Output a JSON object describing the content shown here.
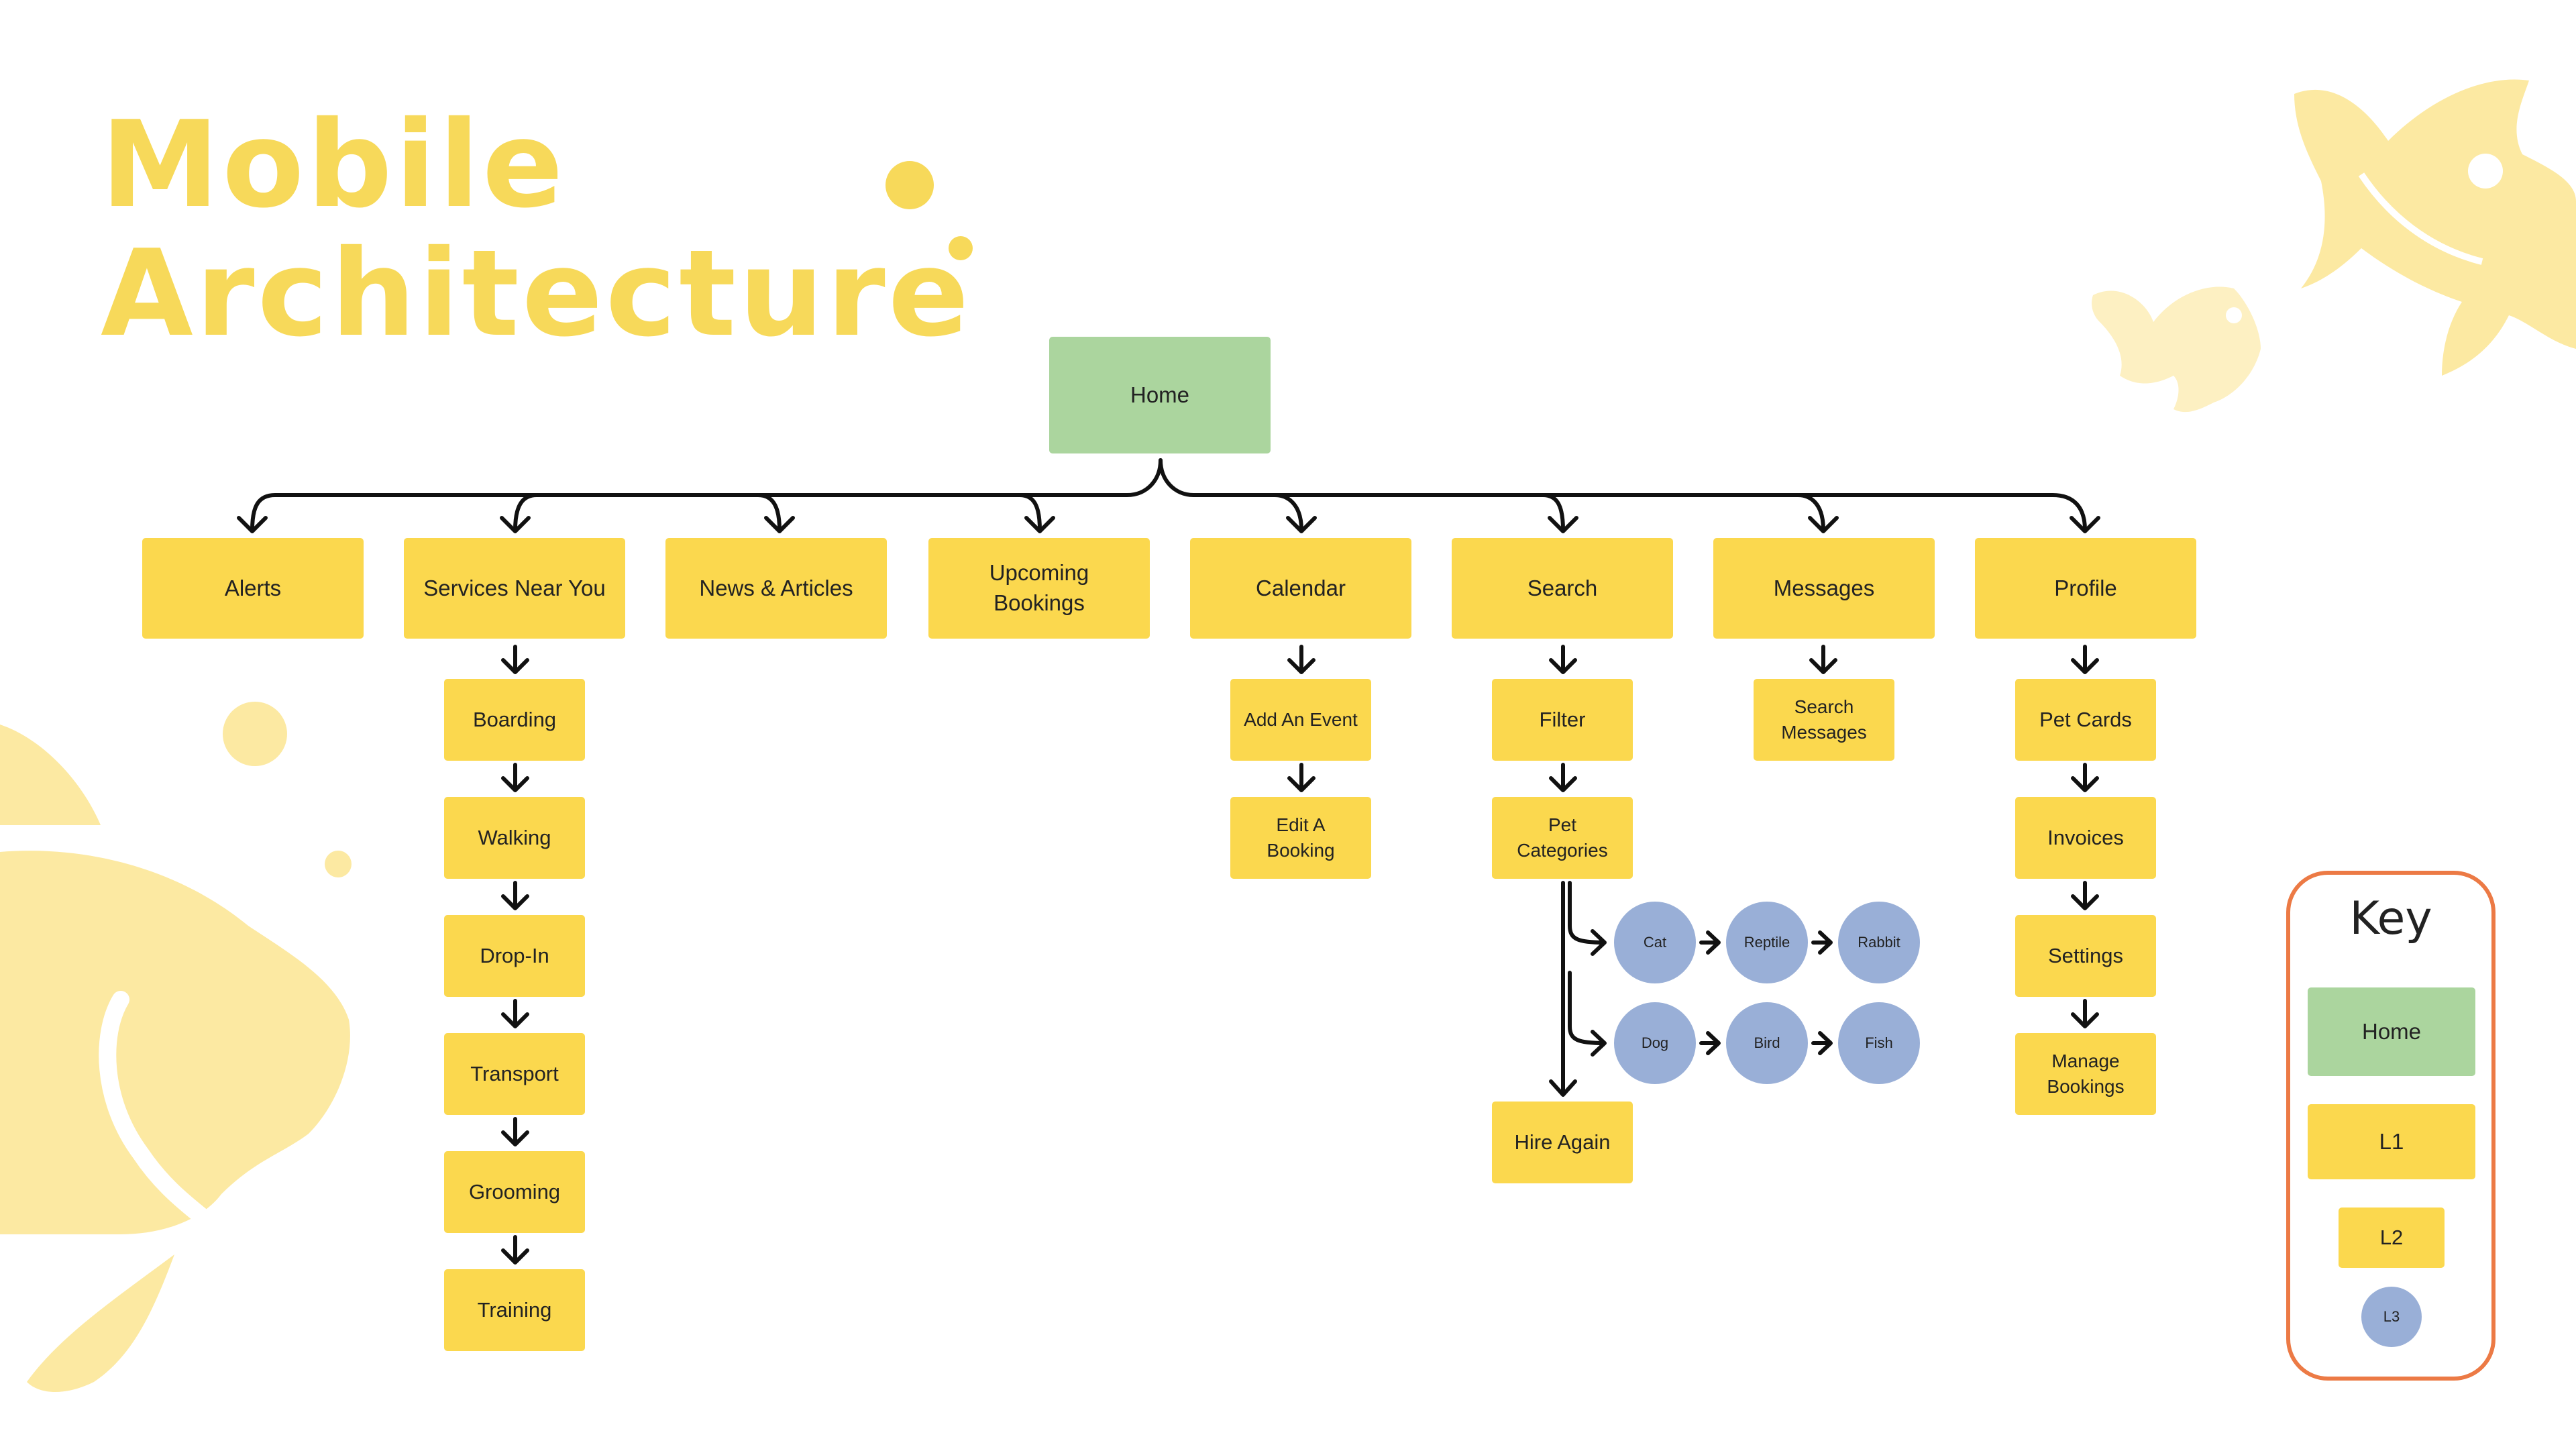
{
  "title": {
    "line1": "Mobile",
    "line2": "Architecture"
  },
  "colors": {
    "home": "#abd59e",
    "level1": "#fbd84e",
    "level2": "#fbd84e",
    "level3": "#99afd7",
    "title": "#f7d95a",
    "key_border": "#ec7a45",
    "decoration": "#fce9a2"
  },
  "diagram": {
    "root": "Home",
    "level1": [
      {
        "label": "Alerts",
        "children": []
      },
      {
        "label": "Services Near You",
        "children": [
          "Boarding",
          "Walking",
          "Drop-In",
          "Transport",
          "Grooming",
          "Training"
        ]
      },
      {
        "label": "News & Articles",
        "children": []
      },
      {
        "label": "Upcoming\nBookings",
        "children": []
      },
      {
        "label": "Calendar",
        "children": [
          "Add An Event",
          "Edit A\nBooking"
        ]
      },
      {
        "label": "Search",
        "children": [
          "Filter",
          "Pet\nCategories",
          "Hire Again"
        ]
      },
      {
        "label": "Messages",
        "children": [
          "Search\nMessages"
        ]
      },
      {
        "label": "Profile",
        "children": [
          "Pet Cards",
          "Invoices",
          "Settings",
          "Manage\nBookings"
        ]
      }
    ],
    "pet_categories": {
      "row1": [
        "Cat",
        "Reptile",
        "Rabbit"
      ],
      "row2": [
        "Dog",
        "Bird",
        "Fish"
      ]
    }
  },
  "key": {
    "title": "Key",
    "items": [
      {
        "label": "Home",
        "level": "home"
      },
      {
        "label": "L1",
        "level": "l1"
      },
      {
        "label": "L2",
        "level": "l2"
      },
      {
        "label": "L3",
        "level": "l3"
      }
    ]
  }
}
